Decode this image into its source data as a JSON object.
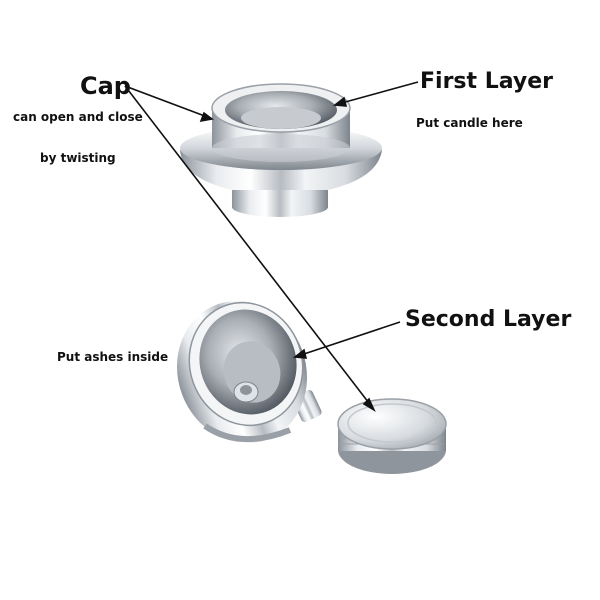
{
  "labels": {
    "cap": "Cap",
    "cap_note_1": "can open and close",
    "cap_note_2": "by  twisting",
    "first_layer": "First Layer",
    "first_layer_note": "Put candle here",
    "second_layer": "Second Layer",
    "second_layer_note": "Put ashes inside"
  },
  "colors": {
    "leader_lines": "#111111",
    "metal_light": "#f3f4f6",
    "metal_mid": "#c4c8cd",
    "metal_dark": "#6c737b"
  }
}
